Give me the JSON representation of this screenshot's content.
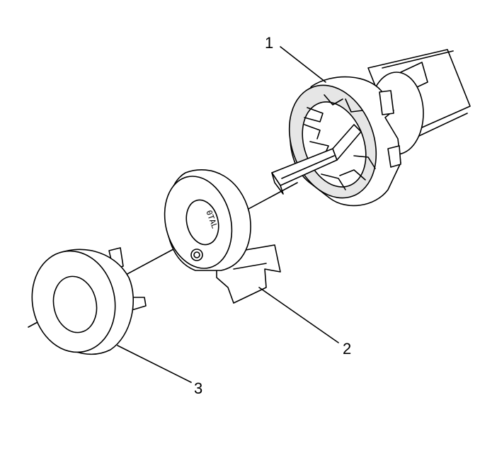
{
  "callouts": {
    "one": "1",
    "two": "2",
    "three": "3"
  },
  "stamp_text": "0TAL"
}
